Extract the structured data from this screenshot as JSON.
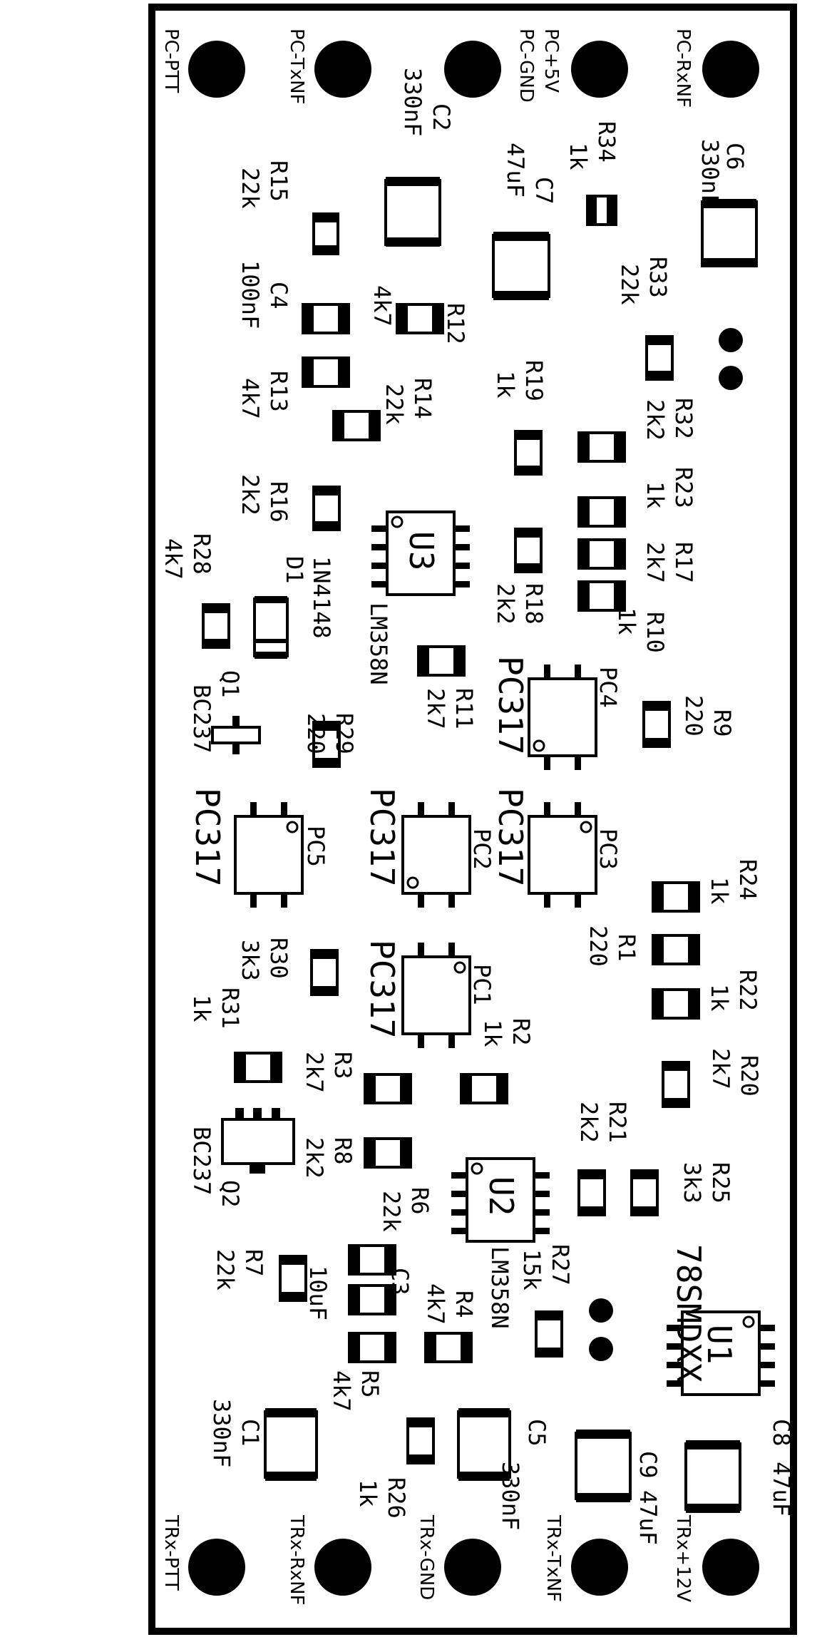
{
  "connectors_top": [
    "PC-PTT",
    "PC-TxNF",
    "PC-GND",
    "PC+5V",
    "PC-RxNF"
  ],
  "connectors_bottom": [
    "TRx-PTT",
    "TRx-RxNF",
    "TRx-GND",
    "TRx-TxNF",
    "TRx+12V"
  ],
  "parts": {
    "C1": {
      "ref": "C1",
      "value": "330nF"
    },
    "C2": {
      "ref": "C2",
      "value": "330nF"
    },
    "C3": {
      "ref": "C3",
      "value": "10uF"
    },
    "C4": {
      "ref": "C4",
      "value": "100nF"
    },
    "C5": {
      "ref": "C5",
      "value": "330nF"
    },
    "C6": {
      "ref": "C6",
      "value": "330nF"
    },
    "C7": {
      "ref": "C7",
      "value": "47uF"
    },
    "C8": {
      "ref": "C8",
      "value": "47uF"
    },
    "C9": {
      "ref": "C9",
      "value": "47uF"
    },
    "R1": {
      "ref": "R1",
      "value": "220"
    },
    "R2": {
      "ref": "R2",
      "value": "1k"
    },
    "R3": {
      "ref": "R3",
      "value": "2k7"
    },
    "R4": {
      "ref": "R4",
      "value": "4k7"
    },
    "R5": {
      "ref": "R5",
      "value": "4k7"
    },
    "R6": {
      "ref": "R6",
      "value": "22k"
    },
    "R7": {
      "ref": "R7",
      "value": "22k"
    },
    "R8": {
      "ref": "R8",
      "value": "2k2"
    },
    "R9": {
      "ref": "R9",
      "value": "220"
    },
    "R10": {
      "ref": "R10",
      "value": "1k"
    },
    "R11": {
      "ref": "R11",
      "value": "2k7"
    },
    "R12": {
      "ref": "R12",
      "value": "4k7"
    },
    "R13": {
      "ref": "R13",
      "value": "4k7"
    },
    "R14": {
      "ref": "R14",
      "value": "22k"
    },
    "R15": {
      "ref": "R15",
      "value": "22k"
    },
    "R16": {
      "ref": "R16",
      "value": "2k2"
    },
    "R17": {
      "ref": "R17",
      "value": "2k7"
    },
    "R18": {
      "ref": "R18",
      "value": "2k2"
    },
    "R19": {
      "ref": "R19",
      "value": "1k"
    },
    "R20": {
      "ref": "R20",
      "value": "2k7"
    },
    "R21": {
      "ref": "R21",
      "value": "2k2"
    },
    "R22": {
      "ref": "R22",
      "value": "1k"
    },
    "R23": {
      "ref": "R23",
      "value": "1k"
    },
    "R24": {
      "ref": "R24",
      "value": "1k"
    },
    "R25": {
      "ref": "R25",
      "value": "3k3"
    },
    "R26": {
      "ref": "R26",
      "value": "1k"
    },
    "R27": {
      "ref": "R27",
      "value": "15k"
    },
    "R28": {
      "ref": "R28",
      "value": "4k7"
    },
    "R29": {
      "ref": "R29",
      "value": "220"
    },
    "R30": {
      "ref": "R30",
      "value": "3k3"
    },
    "R31": {
      "ref": "R31",
      "value": "1k"
    },
    "R32": {
      "ref": "R32",
      "value": "2k2"
    },
    "R33": {
      "ref": "R33",
      "value": "22k"
    },
    "R34": {
      "ref": "R34",
      "value": "1k"
    },
    "D1": {
      "ref": "D1",
      "value": "1N4148"
    },
    "Q1": {
      "ref": "Q1",
      "value": "BC237"
    },
    "Q2": {
      "ref": "Q2",
      "value": "BC237"
    },
    "U1": {
      "ref": "U1",
      "value": "78SMDXX"
    },
    "U2": {
      "ref": "U2",
      "value": "LM358N"
    },
    "U3": {
      "ref": "U3",
      "value": "LM358N"
    },
    "PC1": {
      "ref": "PC1",
      "value": "PC317"
    },
    "PC2": {
      "ref": "PC2",
      "value": "PC317"
    },
    "PC3": {
      "ref": "PC3",
      "value": "PC317"
    },
    "PC4": {
      "ref": "PC4",
      "value": "PC317"
    },
    "PC5": {
      "ref": "PC5",
      "value": "PC317"
    }
  }
}
